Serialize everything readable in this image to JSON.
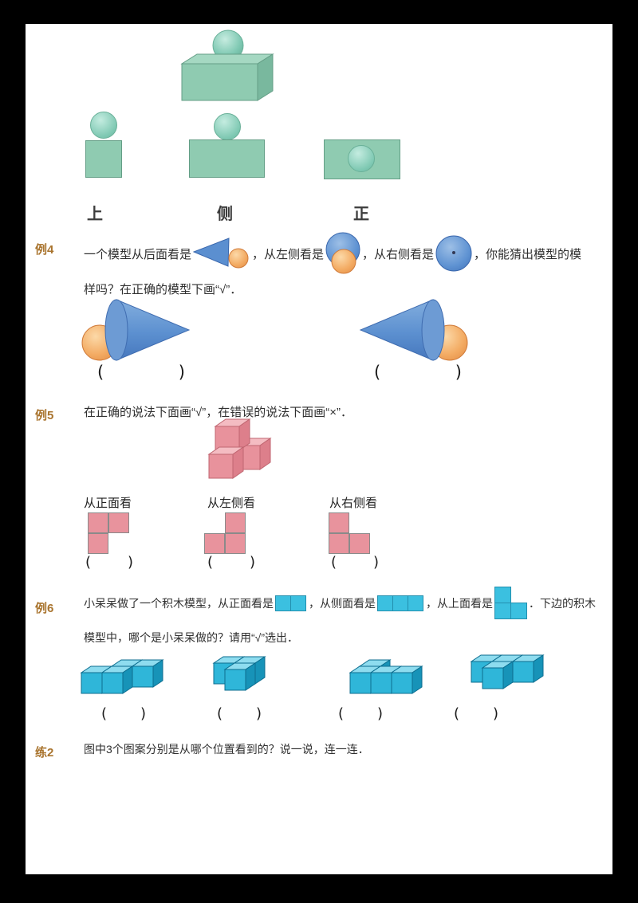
{
  "top_section": {
    "view_labels": [
      "上",
      "侧",
      "正"
    ]
  },
  "ex4": {
    "tag": "例4",
    "text_parts": [
      "一个模型从后面看是",
      "，从左侧看是",
      "，从右侧看是",
      "，你能猜出模型的模"
    ],
    "text_line2": "样吗？在正确的模型下画“√”．"
  },
  "ex5": {
    "tag": "例5",
    "prompt": "在正确的说法下面画“√”，在错误的说法下面画“×”．",
    "view_labels": [
      "从正面看",
      "从左侧看",
      "从右侧看"
    ]
  },
  "ex6": {
    "tag": "例6",
    "text_parts": [
      "小呆呆做了一个积木模型，从正面看是",
      "，从侧面看是",
      "，从上面看是",
      "．下边的积木"
    ],
    "text_line2": "模型中，哪个是小呆呆做的？请用“√”选出．"
  },
  "pr2": {
    "tag": "练2",
    "prompt": "图中3个图案分别是从哪个位置看到的？说一说，连一连．"
  },
  "parens": {
    "open": "(",
    "close": ")"
  },
  "colors": {
    "green": "#8fcbb1",
    "pink": "#e8929c",
    "cyan": "#2fb6d9",
    "blue": "#5b8fd0",
    "orange": "#f2a868",
    "tag_label": "#a9742e"
  }
}
